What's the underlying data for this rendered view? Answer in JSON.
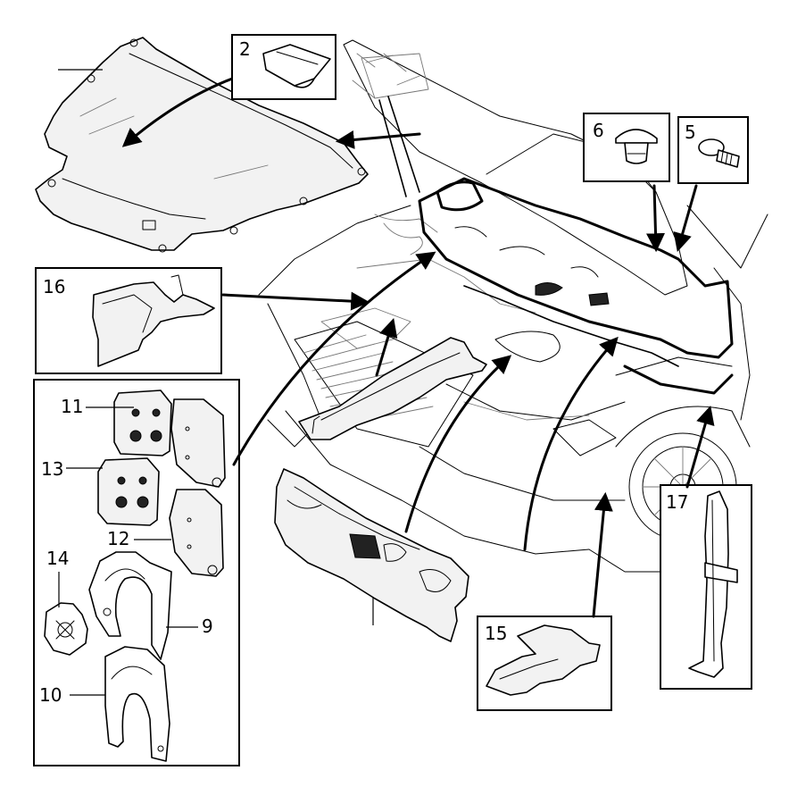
{
  "callouts": {
    "c2": "2",
    "c5": "5",
    "c6": "6",
    "c9": "9",
    "c10": "10",
    "c11": "11",
    "c12": "12",
    "c13": "13",
    "c14": "14",
    "c15": "15",
    "c16": "16",
    "c17": "17"
  },
  "colors": {
    "line": "#000000",
    "background": "#ffffff",
    "part_fill": "#f2f2f2"
  }
}
